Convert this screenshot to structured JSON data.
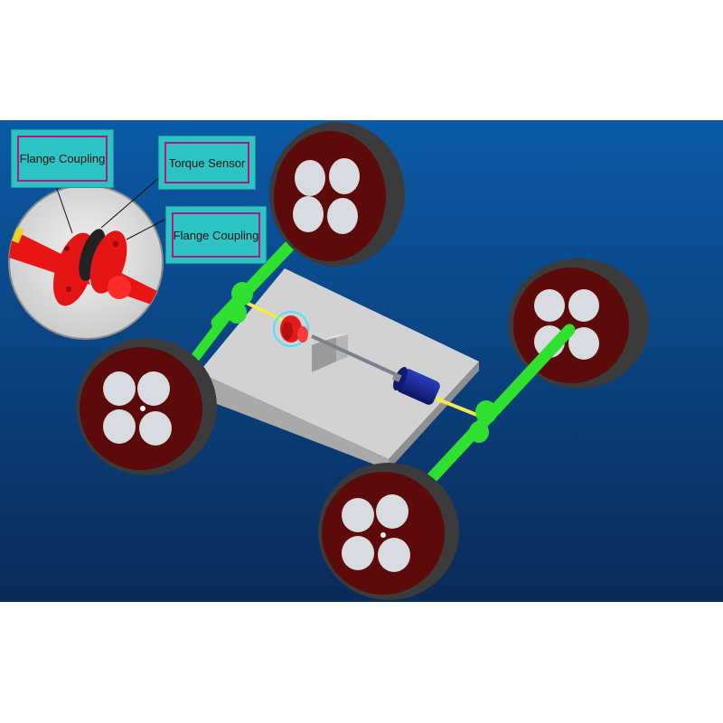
{
  "labels": {
    "flange_coupling_left": "Flange Coupling",
    "torque_sensor": "Torque Sensor",
    "flange_coupling_right": "Flange Coupling"
  },
  "colors": {
    "background_top": "#0b5aa6",
    "background_bottom": "#0a2a58",
    "wheel_rim": "#5a0a0a",
    "tire": "#3a3a3a",
    "axle": "#33ee33",
    "chassis": "#cfcfcf",
    "coupling": "#ee1111",
    "motor": "#1a2a9a",
    "callout_fill": "#2bc3c3",
    "callout_border": "#b0187a"
  }
}
